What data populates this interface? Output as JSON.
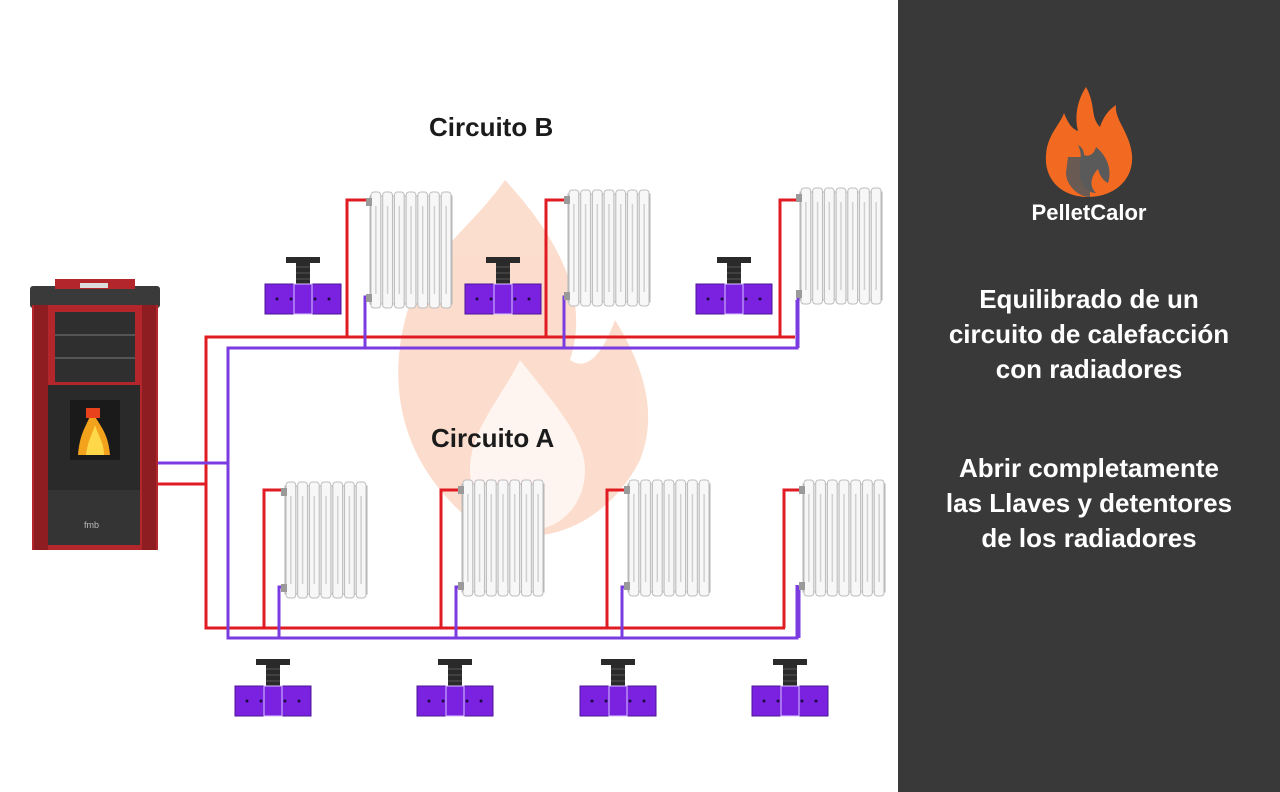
{
  "diagram": {
    "circuit_b_label": "Circuito B",
    "circuit_a_label": "Circuito A",
    "stove_brand": "fmb",
    "colors": {
      "supply_pipe": "#e01b22",
      "return_pipe": "#7a3be0",
      "valve_body": "#7a22e0",
      "stove_red": "#b3272c",
      "stove_dark": "#2e2e2e"
    }
  },
  "panel": {
    "brand": "PelletCalor",
    "logo_icon": "flame-icon",
    "text1_lines": [
      "Equilibrado de un",
      "circuito de calefacción",
      "con radiadores"
    ],
    "text2_lines": [
      "Abrir completamente",
      "las Llaves y detentores",
      "de los radiadores"
    ],
    "colors": {
      "background": "#393939",
      "text": "#ffffff",
      "logo_orange": "#f26a21",
      "logo_gray": "#5a5a5a"
    }
  }
}
